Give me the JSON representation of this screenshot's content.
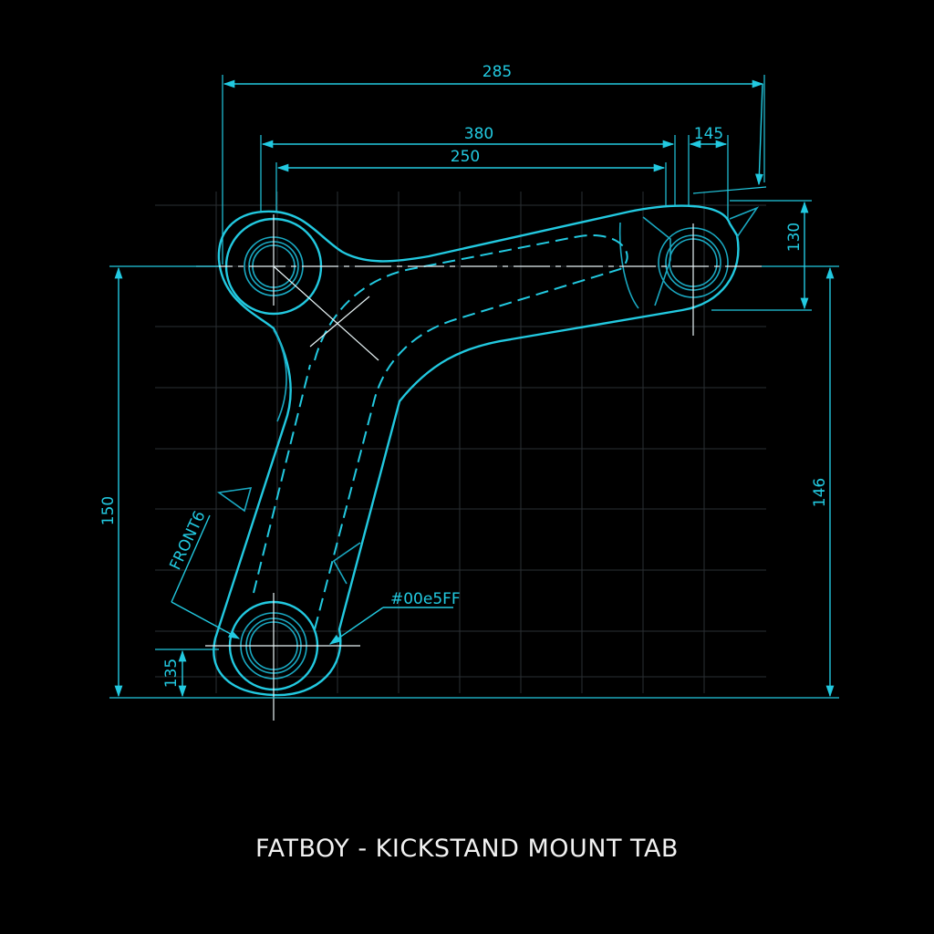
{
  "title": "FATBOY - KICKSTAND MOUNT TAB",
  "dimensions": {
    "overall_width": "285",
    "upper_span": "380",
    "inner_span": "250",
    "tab_width": "145",
    "tab_height": "130",
    "left_height": "150",
    "right_height": "146",
    "bottom_offset": "135"
  },
  "notes": {
    "front_label": "FRONT6",
    "color_code": "#00e5FF"
  },
  "colors": {
    "background": "#000000",
    "line": "#22c9e0",
    "centerline": "#e8f4f6",
    "title": "#f2f2f2"
  }
}
